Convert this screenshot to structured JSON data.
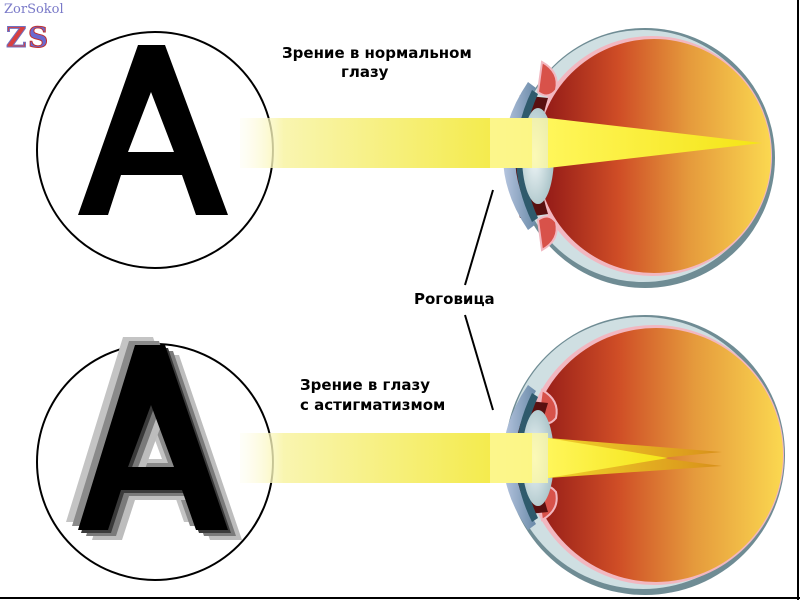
{
  "logo": {
    "text": "ZorSokol",
    "monogram": "ZS"
  },
  "labels": {
    "normal_line1": "Зрение в нормальном",
    "normal_line2": "глазу",
    "cornea": "Роговица",
    "astig_line1": "Зрение в глазу",
    "astig_line2": "с астигматизмом"
  },
  "letters": {
    "normal": "A",
    "astigmatism": "A"
  },
  "colors": {
    "beam": "#f5ee30",
    "eye_inner_left": "#a8201c",
    "eye_inner_mid": "#d9762c",
    "eye_inner_right": "#fbd650",
    "sclera": "#6f8c94",
    "sclera_light": "#cfdfe2",
    "lens": "#dbe9ec",
    "ciliary": "#d8524a",
    "frame": "#000000"
  },
  "panels": [
    {
      "name": "normal-vision",
      "focus": "single point on retina"
    },
    {
      "name": "astigmatism-vision",
      "focus": "split focal points before retina"
    }
  ]
}
